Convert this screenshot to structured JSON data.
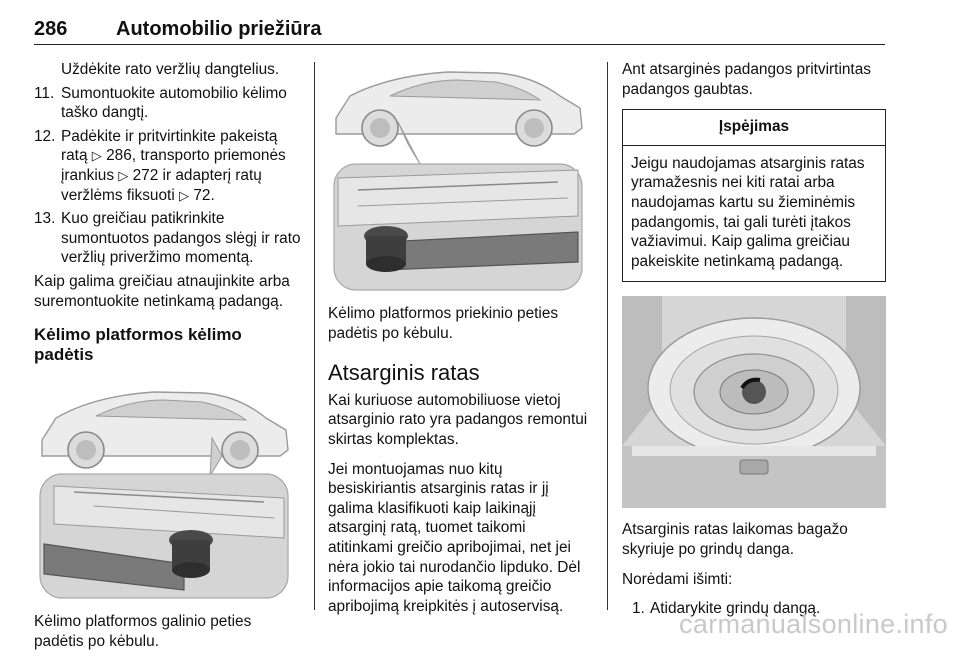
{
  "header": {
    "page_number": "286",
    "chapter_title": "Automobilio priežiūra"
  },
  "col1": {
    "intro": "Uždėkite rato veržlių dangtelius.",
    "steps": [
      {
        "num": "11.",
        "text": "Sumontuokite automobilio kėlimo taško dangtį."
      },
      {
        "num": "12.",
        "text_a": "Padėkite ir pritvirtinkite pakeistą ratą ",
        "ref1": "286",
        "text_b": ", transporto priemonės įrankius ",
        "ref2": "272",
        "text_c": " ir adapterį ratų veržlėms fiksuoti ",
        "ref3": "72",
        "text_d": "."
      },
      {
        "num": "13.",
        "text": "Kuo greičiau patikrinkite sumontuotos padangos slėgį ir rato veržlių priveržimo momentą."
      }
    ],
    "paragraph": "Kaip galima greičiau atnaujinkite arba suremontuokite netinkamą padangą.",
    "subheading": "Kėlimo platformos kėlimo padėtis",
    "caption": "Kėlimo platformos galinio peties padėtis po kėbulu."
  },
  "col2": {
    "caption": "Kėlimo platformos priekinio peties padėtis po kėbulu.",
    "section_title": "Atsarginis ratas",
    "paragraphs": [
      "Kai kuriuose automobiliuose vietoj atsarginio rato yra padangos remontui skirtas komplektas.",
      "Jei montuojamas nuo kitų besiskiriantis atsarginis ratas ir jį galima klasifikuoti kaip laikinąjį atsarginį ratą, tuomet taikomi atitinkami greičio apribojimai, net jei nėra jokio tai nurodančio lipduko. Dėl informacijos apie taikomą greičio apribojimą kreipkitės į autoservisą."
    ]
  },
  "col3": {
    "intro": "Ant atsarginės padangos pritvirtintas padangos gaubtas.",
    "warning_title": "Įspėjimas",
    "warning_text": "Jeigu naudojamas atsarginis ratas yramažesnis nei kiti ratai arba naudojamas kartu su žieminėmis padangomis, tai gali turėti įtakos važiavimui. Kaip galima greičiau pakeiskite netinkamą padangą.",
    "caption": "Atsarginis ratas laikomas bagažo skyriuje po grindų danga.",
    "paragraph": "Norėdami išimti:",
    "step_num": "1.",
    "step_text": "Atidarykite grindų dangą."
  },
  "icons": {
    "ref_arrow": "▷"
  },
  "watermark": "carmanualsonline.info"
}
